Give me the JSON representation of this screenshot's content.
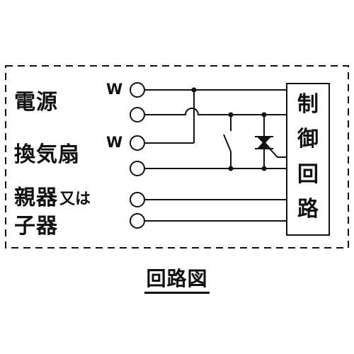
{
  "labels": {
    "power": "電源",
    "fan": "換気扇",
    "parent": "親器",
    "or": "又は",
    "child": "子器"
  },
  "terminals": {
    "w_top": "W",
    "w_fan": "W"
  },
  "control_circuit": [
    "制",
    "御",
    "回",
    "路"
  ],
  "caption": "回路図"
}
